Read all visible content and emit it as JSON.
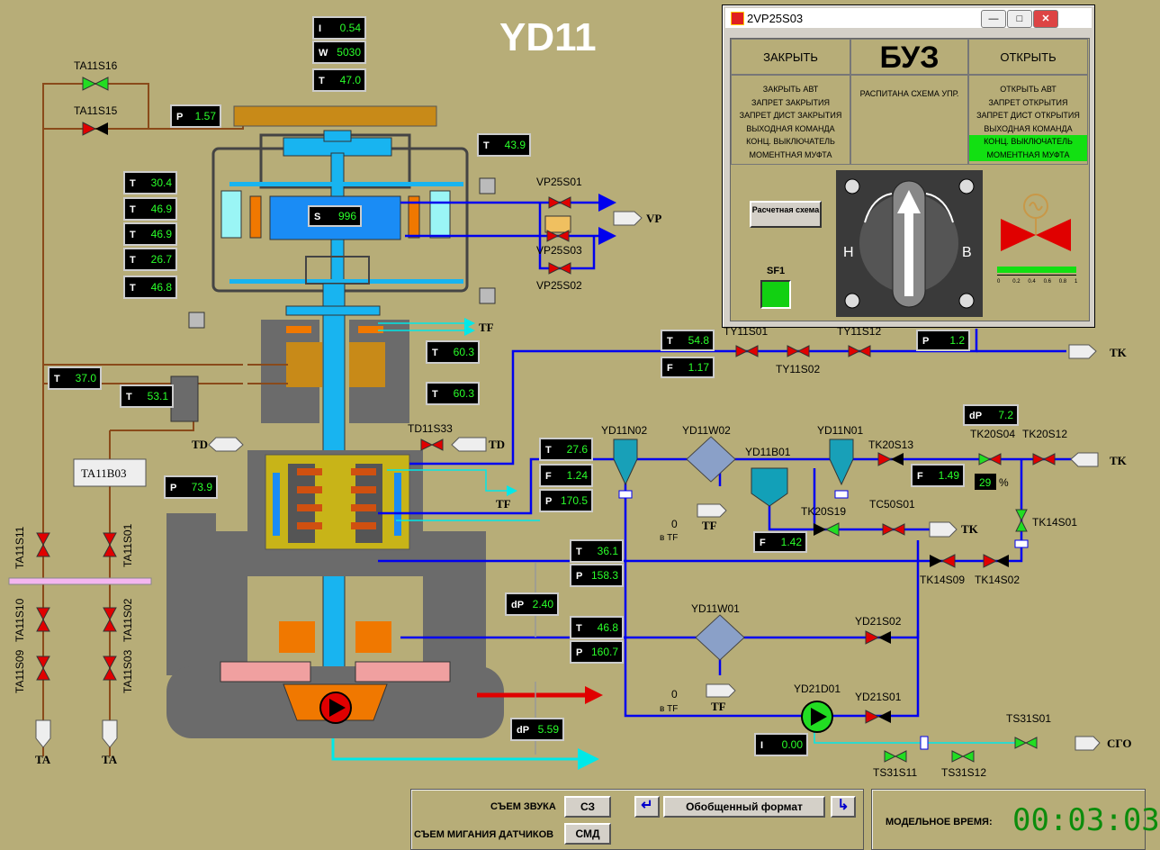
{
  "title": "YD11",
  "top_readouts": {
    "i": {
      "letter": "I",
      "value": "0.54"
    },
    "w": {
      "letter": "W",
      "value": "5030"
    },
    "t": {
      "letter": "T",
      "value": "47.0"
    }
  },
  "sensors": {
    "p_157": {
      "letter": "P",
      "value": "1.57"
    },
    "t_439": {
      "letter": "T",
      "value": "43.9"
    },
    "t_304": {
      "letter": "T",
      "value": "30.4"
    },
    "t_469a": {
      "letter": "T",
      "value": "46.9"
    },
    "t_469b": {
      "letter": "T",
      "value": "46.9"
    },
    "t_267": {
      "letter": "T",
      "value": "26.7"
    },
    "t_468": {
      "letter": "T",
      "value": "46.8"
    },
    "s_996": {
      "letter": "S",
      "value": "996"
    },
    "t_370": {
      "letter": "T",
      "value": "37.0"
    },
    "t_531": {
      "letter": "T",
      "value": "53.1"
    },
    "t_603a": {
      "letter": "T",
      "value": "60.3"
    },
    "t_603b": {
      "letter": "T",
      "value": "60.3"
    },
    "p_739": {
      "letter": "P",
      "value": "73.9"
    },
    "t_548": {
      "letter": "T",
      "value": "54.8"
    },
    "f_117": {
      "letter": "F",
      "value": "1.17"
    },
    "p_12": {
      "letter": "P",
      "value": "1.2"
    },
    "t_276": {
      "letter": "T",
      "value": "27.6"
    },
    "f_124": {
      "letter": "F",
      "value": "1.24"
    },
    "p_1705": {
      "letter": "P",
      "value": "170.5"
    },
    "f_142": {
      "letter": "F",
      "value": "1.42"
    },
    "f_149": {
      "letter": "F",
      "value": "1.49"
    },
    "dp_72": {
      "letter": "dP",
      "value": "7.2"
    },
    "pct_29": {
      "value": "29",
      "unit": "%"
    },
    "t_361": {
      "letter": "T",
      "value": "36.1"
    },
    "p_1583": {
      "letter": "P",
      "value": "158.3"
    },
    "dp_240": {
      "letter": "dP",
      "value": "2.40"
    },
    "t_468b": {
      "letter": "T",
      "value": "46.8"
    },
    "p_1607": {
      "letter": "P",
      "value": "160.7"
    },
    "dp_559": {
      "letter": "dP",
      "value": "5.59"
    },
    "i_000": {
      "letter": "I",
      "value": "0.00"
    }
  },
  "labels": {
    "ta11s16": "TA11S16",
    "ta11s15": "TA11S15",
    "vp25s01": "VP25S01",
    "vp25s03": "VP25S03",
    "vp25s02": "VP25S02",
    "vp": "VP",
    "tf1": "TF",
    "tf2": "TF",
    "tf3": "TF",
    "tf4": "TF",
    "td1": "TD",
    "td2": "TD",
    "td11s33": "TD11S33",
    "ta11b03": "TA11B03",
    "tk1": "TK",
    "tk2": "TK",
    "tk3": "TK",
    "ty11s01": "TY11S01",
    "ty11s02": "TY11S02",
    "ty11s12": "TY11S12",
    "yd11n02": "YD11N02",
    "yd11w02": "YD11W02",
    "yd11b01": "YD11B01",
    "yd11n01": "YD11N01",
    "tk20s13": "TK20S13",
    "tk20s04": "TK20S04",
    "tk20s12": "TK20S12",
    "tk20s19": "TK20S19",
    "tc50s01": "TC50S01",
    "tk14s01": "TK14S01",
    "tk14s09": "TK14S09",
    "tk14s02": "TK14S02",
    "yd11w01": "YD11W01",
    "yd21s02": "YD21S02",
    "yd21d01": "YD21D01",
    "yd21s01": "YD21S01",
    "ts31s01": "TS31S01",
    "ts31s11": "TS31S11",
    "ts31s12": "TS31S12",
    "cto": "СГО",
    "ta11s11": "TA11S11",
    "ta11s10": "TA11S10",
    "ta11s09": "TA11S09",
    "ta11s01": "TA11S01",
    "ta11s02": "TA11S02",
    "ta11s03": "TA11S03",
    "ta1": "TA",
    "ta2": "TA",
    "zero1": "0",
    "vtf1": "в TF",
    "zero2": "0",
    "vtf2": "в TF"
  },
  "popup": {
    "title": "2VP25S03",
    "close_head": "ЗАКРЫТЬ",
    "buz": "БУЗ",
    "open_head": "ОТКРЫТЬ",
    "close_lines": [
      "ЗАКРЫТЬ АВТ",
      "ЗАПРЕТ ЗАКРЫТИЯ",
      "ЗАПРЕТ ДИСТ ЗАКРЫТИЯ",
      "ВЫХОДНАЯ КОМАНДА",
      "КОНЦ. ВЫКЛЮЧАТЕЛЬ",
      "МОМЕНТНАЯ МУФТА"
    ],
    "mid_line": "РАСПИТАНА СХЕМА УПР.",
    "open_lines": [
      "ОТКРЫТЬ АВТ",
      "ЗАПРЕТ ОТКРЫТИЯ",
      "ЗАПРЕТ ДИСТ ОТКРЫТИЯ",
      "ВЫХОДНАЯ КОМАНДА",
      "КОНЦ. ВЫКЛЮЧАТЕЛЬ",
      "МОМЕНТНАЯ МУФТА"
    ],
    "calc_btn": "Расчетная схема",
    "sf1": "SF1",
    "sw_left": "Н",
    "sw_right": "В",
    "scale_ticks": [
      "0",
      "0.2",
      "0.4",
      "0.6",
      "0.8",
      "1"
    ],
    "position": 1.0
  },
  "bottom": {
    "sound_label": "СЪЕМ ЗВУКА",
    "sound_btn": "СЗ",
    "blink_label": "СЪЕМ МИГАНИЯ ДАТЧИКОВ",
    "blink_btn": "СМД",
    "format_btn": "Обобщенный формат",
    "model_time_label": "МОДЕЛЬНОЕ ВРЕМЯ:",
    "model_time": "00:03:03"
  },
  "colors": {
    "bg": "#b7ad78",
    "pipe_blue": "#0000ee",
    "pipe_brown": "#8a4a1a",
    "pipe_cyan": "#00e8e8",
    "valve_red": "#e00000",
    "valve_green": "#22dd22",
    "readout_text": "#2aff2a"
  }
}
